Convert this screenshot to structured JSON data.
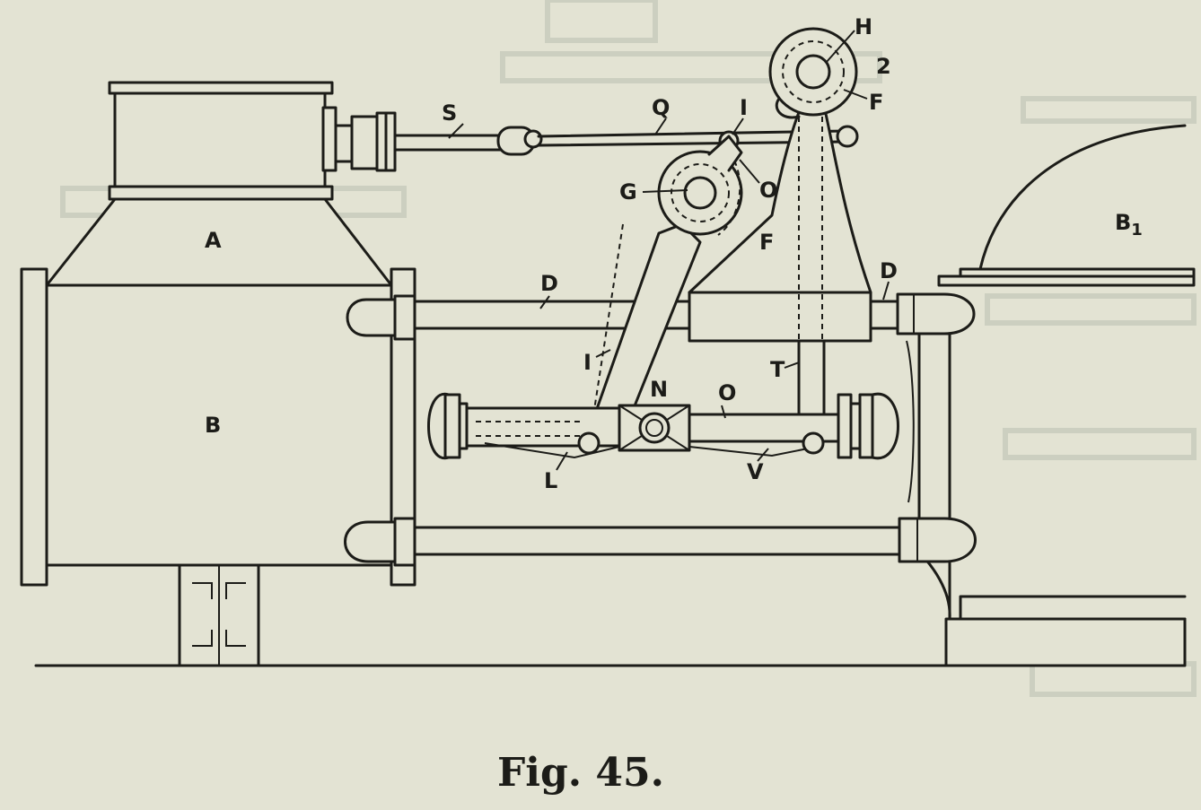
{
  "labels": {
    "A": "A",
    "B": "B",
    "B1": "B",
    "B1_sub": "1",
    "D_left": "D",
    "D_right": "D",
    "S": "S",
    "Q": "Q",
    "I_top": "I",
    "I_lower": "I",
    "H": "H",
    "num_2": "2",
    "F_top": "F",
    "F_mid": "F",
    "G": "G",
    "O_top": "O",
    "O_lower": "O",
    "N": "N",
    "T": "T",
    "L": "L",
    "V": "V"
  },
  "caption": "Fig. 45.",
  "colors": {
    "paper": "#e3e3d3",
    "ink": "#1c1c18"
  }
}
